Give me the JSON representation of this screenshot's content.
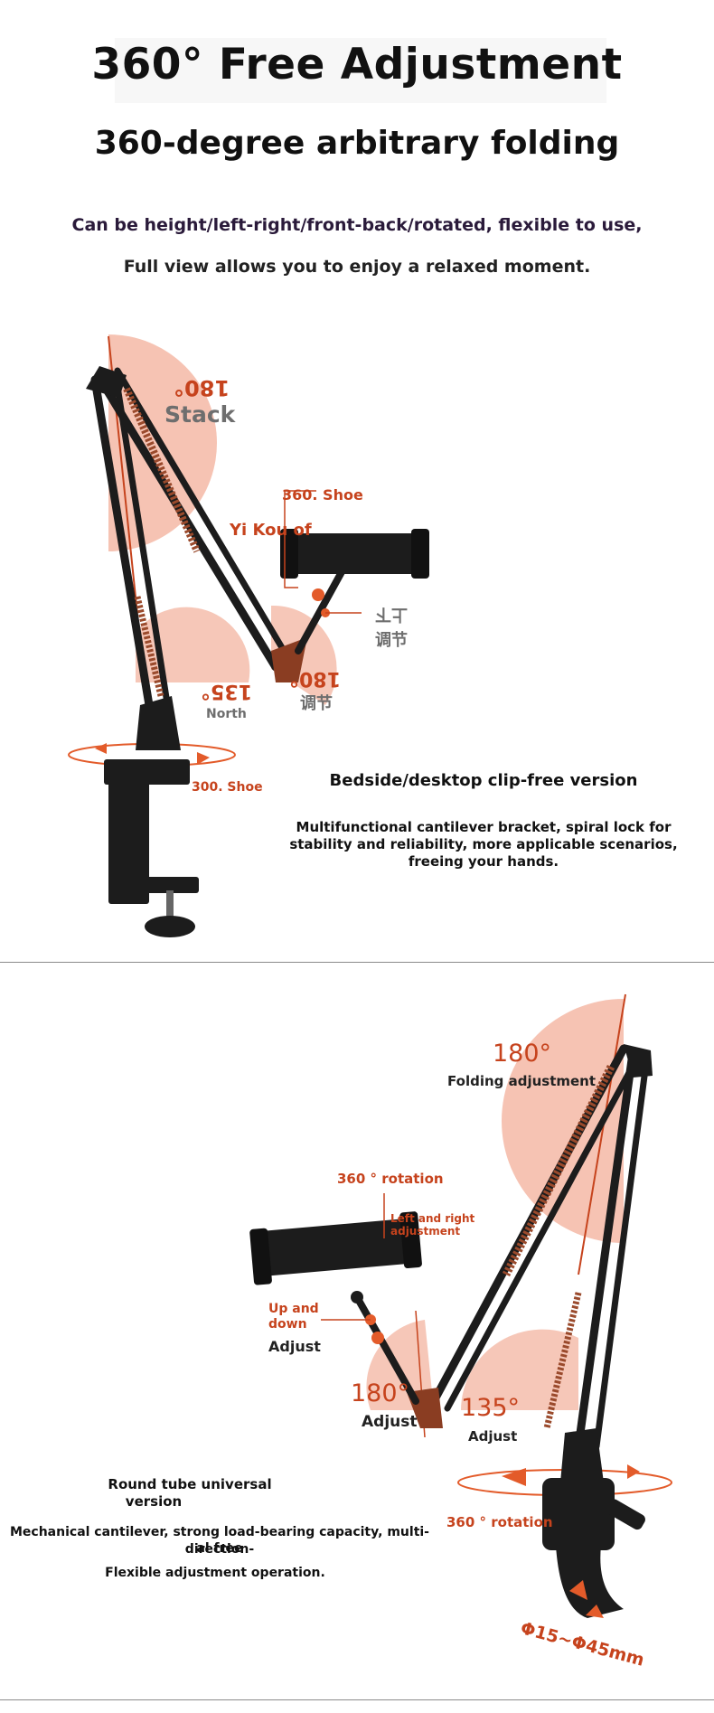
{
  "header": {
    "title": "360° Free Adjustment",
    "subtitle": "360-degree arbitrary folding",
    "description_line1": "Can be height/left-right/front-back/rotated, flexible to use,",
    "description_line2": "Full view allows you to enjoy a relaxed moment."
  },
  "section1": {
    "label_top_angle": "180°",
    "label_top_word": "Stack",
    "label_shoe": "360. Shoe",
    "label_yikou": "Yi Kou of",
    "label_updown_a": "上下",
    "label_updown_b": "调节",
    "label_mid_angle": "180°",
    "label_mid_word": "调节",
    "label_low_angle": "135°",
    "label_low_word": "North",
    "label_base": "300. Shoe",
    "info_title": "Bedside/desktop clip-free version",
    "info_body_1": "Multifunctional cantilever bracket, spiral lock for",
    "info_body_2": "stability and reliability, more applicable scenarios,",
    "info_body_3": "freeing your hands."
  },
  "section2": {
    "label_top_angle": "180°",
    "label_top_word": "Folding adjustment",
    "label_rotation": "360 ° rotation",
    "label_leftright_1": "Left and right",
    "label_leftright_2": "adjustment",
    "label_updown_1": "Up and",
    "label_updown_2": "down",
    "label_updown_3": "Adjust",
    "label_mid_angle": "180°",
    "label_mid_word": "Adjust",
    "label_low_angle": "135°",
    "label_low_word": "Adjust",
    "label_base_rotation": "360 ° rotation",
    "label_clamp_range": "Φ15~Φ45mm",
    "info_title_1": "Round tube universal",
    "info_title_2": "version",
    "info_body_1": "Mechanical cantilever, strong load-bearing capacity, multi-direction-",
    "info_body_2": "al free",
    "info_body_3": "Flexible adjustment operation."
  },
  "colors": {
    "accent_orange": "#c6431d",
    "soft_salmon": "#f4b9a6",
    "arm_black": "#1c1c1c",
    "spring_copper": "#9a4a2c"
  }
}
